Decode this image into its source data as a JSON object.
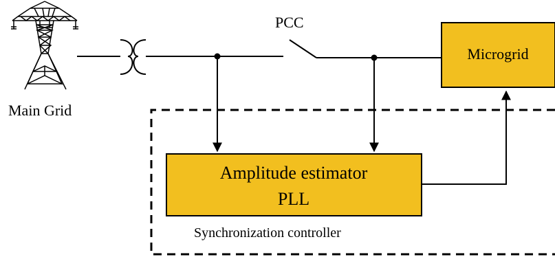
{
  "labels": {
    "main_grid": "Main Grid",
    "pcc": "PCC",
    "microgrid": "Microgrid",
    "estimator_line1": "Amplitude estimator",
    "estimator_line2": "PLL",
    "controller": "Synchronization controller"
  },
  "colors": {
    "block_fill": "#F2BF1F",
    "stroke": "#000000"
  },
  "icons": {
    "grid": "transmission-tower-icon",
    "transformer": "transformer-icon",
    "switch": "circuit-breaker-switch-icon"
  }
}
